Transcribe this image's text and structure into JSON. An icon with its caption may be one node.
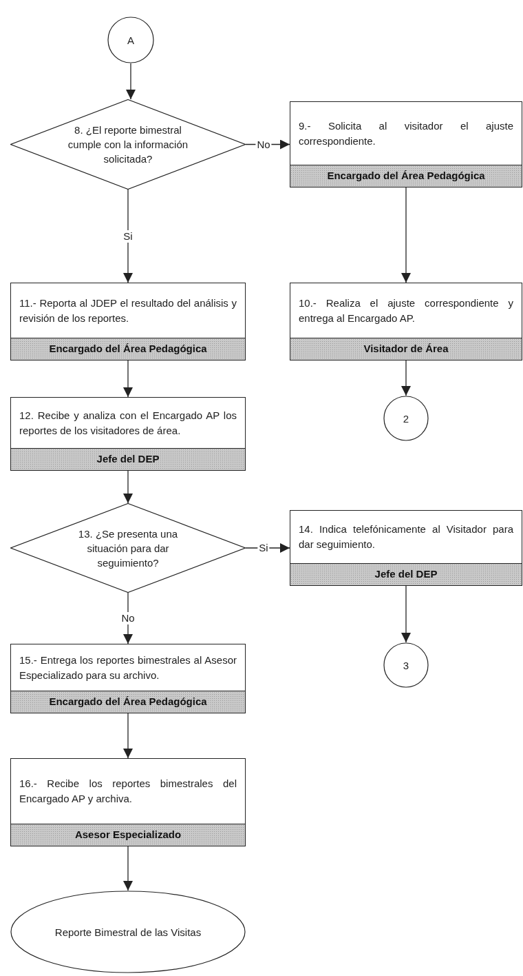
{
  "diagram": {
    "nodes": [
      {
        "text": [
          "A"
        ]
      },
      {
        "text": [
          "8. ¿El reporte bimestral cumple con la información solicitada?"
        ]
      },
      {
        "text": [
          "9.- Solicita al visitador el ajuste correspondiente.",
          "Encargado del Área Pedagógica"
        ]
      },
      {
        "text": [
          "11.- Reporta al JDEP el resultado del análisis y revisión de los reportes.",
          "Encargado del Área Pedagógica"
        ]
      },
      {
        "text": [
          "10.- Realiza el ajuste correspondiente y entrega al Encargado AP.",
          "Visitador de Área"
        ]
      },
      {
        "text": [
          "2"
        ]
      },
      {
        "text": [
          "12. Recibe y analiza con el Encargado AP los reportes de los visitadores de área.",
          "Jefe del DEP"
        ]
      },
      {
        "text": [
          "13. ¿Se presenta una situación para dar seguimiento?"
        ]
      },
      {
        "text": [
          "14. Indica telefónicamente al Visitador para dar seguimiento.",
          "Jefe del DEP"
        ]
      },
      {
        "text": [
          "3"
        ]
      },
      {
        "text": [
          "15.- Entrega los reportes bimestrales al Asesor Especializado para su archivo.",
          "Encargado del Área Pedagógica"
        ]
      },
      {
        "text": [
          "16.- Recibe los reportes bimestrales del Encargado AP y archiva.",
          "Asesor Especializado"
        ]
      },
      {
        "text": [
          "Reporte Bimestral de las Visitas"
        ]
      }
    ],
    "edges": [
      {
        "from": 0,
        "to": 1,
        "arrow": "to"
      },
      {
        "from": 1,
        "to": 2,
        "arrow": "to",
        "label": "No"
      },
      {
        "from": 1,
        "to": 3,
        "arrow": "to",
        "label": "Si"
      },
      {
        "from": 2,
        "to": 4,
        "arrow": "to"
      },
      {
        "from": 4,
        "to": 5,
        "arrow": "to"
      },
      {
        "from": 3,
        "to": 6,
        "arrow": "to"
      },
      {
        "from": 6,
        "to": 7,
        "arrow": "to"
      },
      {
        "from": 7,
        "to": 8,
        "arrow": "to",
        "label": "Si"
      },
      {
        "from": 8,
        "to": 9,
        "arrow": "to"
      },
      {
        "from": 7,
        "to": 10,
        "arrow": "to",
        "label": "No"
      },
      {
        "from": 10,
        "to": 11,
        "arrow": "to"
      },
      {
        "from": 11,
        "to": 12,
        "arrow": "to"
      }
    ]
  }
}
